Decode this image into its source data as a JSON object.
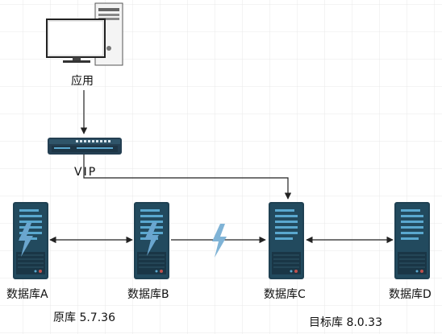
{
  "nodes": {
    "app": {
      "label": "应用",
      "icon": "desktop-computer-icon"
    },
    "vip": {
      "label": "VIP",
      "icon": "network-switch-icon"
    },
    "db_a": {
      "label": "数据库A",
      "icon": "database-server-icon"
    },
    "db_b": {
      "label": "数据库B",
      "icon": "database-server-icon"
    },
    "db_c": {
      "label": "数据库C",
      "icon": "database-server-icon"
    },
    "db_d": {
      "label": "数据库D",
      "icon": "database-server-icon"
    }
  },
  "notes": {
    "source": "原库 5.7.36",
    "target": "目标库 8.0.33"
  },
  "colors": {
    "server_dark": "#1e3f52",
    "server_accent": "#5aa8cf",
    "lightning": "#6aa6cf",
    "grid": "#e8e8e8",
    "line": "#222222"
  }
}
